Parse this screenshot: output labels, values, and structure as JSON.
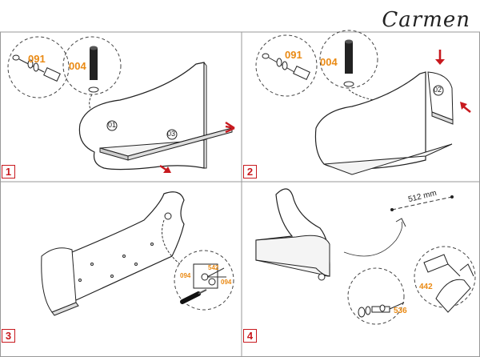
{
  "brand": "Carmen",
  "steps": [
    {
      "number": "1",
      "labels": {
        "part_a": "091",
        "part_b": "004",
        "circle_1": "01",
        "circle_2": "03"
      }
    },
    {
      "number": "2",
      "labels": {
        "part_a": "091",
        "part_b": "004",
        "circle_1": "02"
      }
    },
    {
      "number": "3",
      "labels": {
        "part_a": "542",
        "part_b": "094",
        "part_c": "094"
      }
    },
    {
      "number": "4",
      "labels": {
        "dimension": "512 mm",
        "part_a": "442",
        "part_b": "536"
      }
    }
  ],
  "colors": {
    "accent": "#c8191e",
    "label": "#ea8a14",
    "line": "#333333"
  }
}
